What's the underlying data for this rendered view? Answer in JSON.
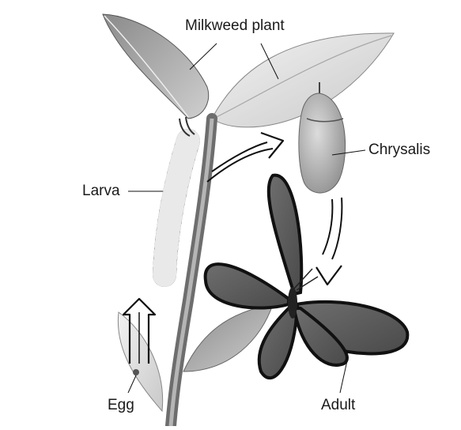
{
  "diagram": {
    "labels": {
      "milkweed": "Milkweed plant",
      "chrysalis": "Chrysalis",
      "larva": "Larva",
      "egg": "Egg",
      "adult": "Adult"
    }
  }
}
